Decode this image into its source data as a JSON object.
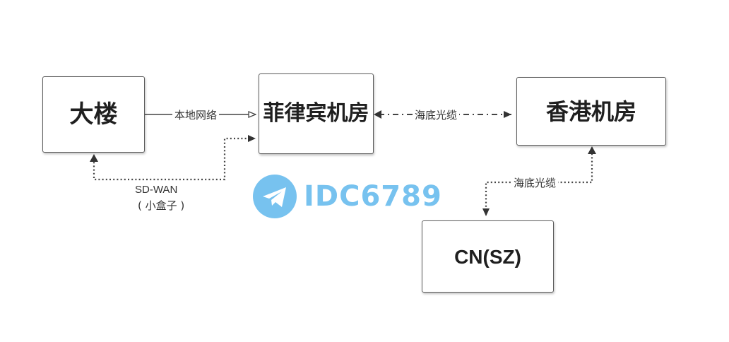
{
  "nodes": {
    "building": "大楼",
    "philippines_dc": "菲律宾机房",
    "hongkong_dc": "香港机房",
    "cn_sz": "CN(SZ)"
  },
  "edges": {
    "local_network": "本地网络",
    "submarine_cable_ph_hk": "海底光缆",
    "submarine_cable_hk_cn": "海底光缆",
    "sdwan": "SD-WAN",
    "sdwan_note": "( 小盒子 )"
  },
  "watermark": {
    "text": "IDC6789",
    "icon": "telegram-paper-plane-icon",
    "color": "#4aaeea"
  },
  "colors": {
    "line": "#444444",
    "box_border": "#5b5b5b",
    "text": "#1f1f1f"
  }
}
